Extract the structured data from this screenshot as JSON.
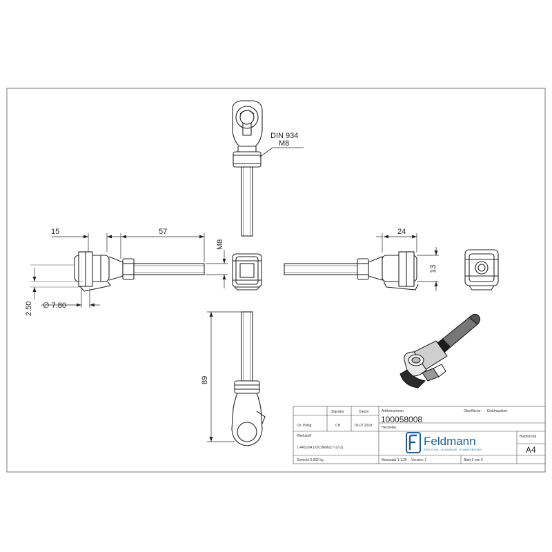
{
  "dimensions": {
    "din_line1": "DIN 934",
    "din_line2": "M8",
    "d15": "15",
    "d57": "57",
    "m8_side": "M8",
    "d24": "24",
    "d13": "13",
    "d250": "2.50",
    "dia780": "∅ 7.80",
    "d89": "89"
  },
  "title_block": {
    "h_empty": "",
    "h_signatur": "Signatur",
    "h_datum": "Datum",
    "drawer": "Ch. Pollig",
    "signatur": "CH",
    "date": "03.07.2018",
    "h_artikel": "Artikelnummer",
    "article_number": "100058008",
    "h_oberflaeche": "Oberfläche:",
    "surface": "Elektropoliert",
    "h_werkstoff": "Werkstoff",
    "material": "1.4401/04 (X5CrNiMo17-12-2)",
    "h_hersteller": "Hersteller",
    "company": "Feldmann",
    "company_sub": "EDELSTAHL · ALUMINIUM · SCHMIEDEEISEN",
    "h_blattformat": "Blattformat",
    "sheet_format": "A4",
    "weight": "Gewicht 0.062 kg",
    "scale": "Massstab 1:1.25",
    "version": "Version: 1",
    "sheet": "Blatt 1 von 5"
  }
}
